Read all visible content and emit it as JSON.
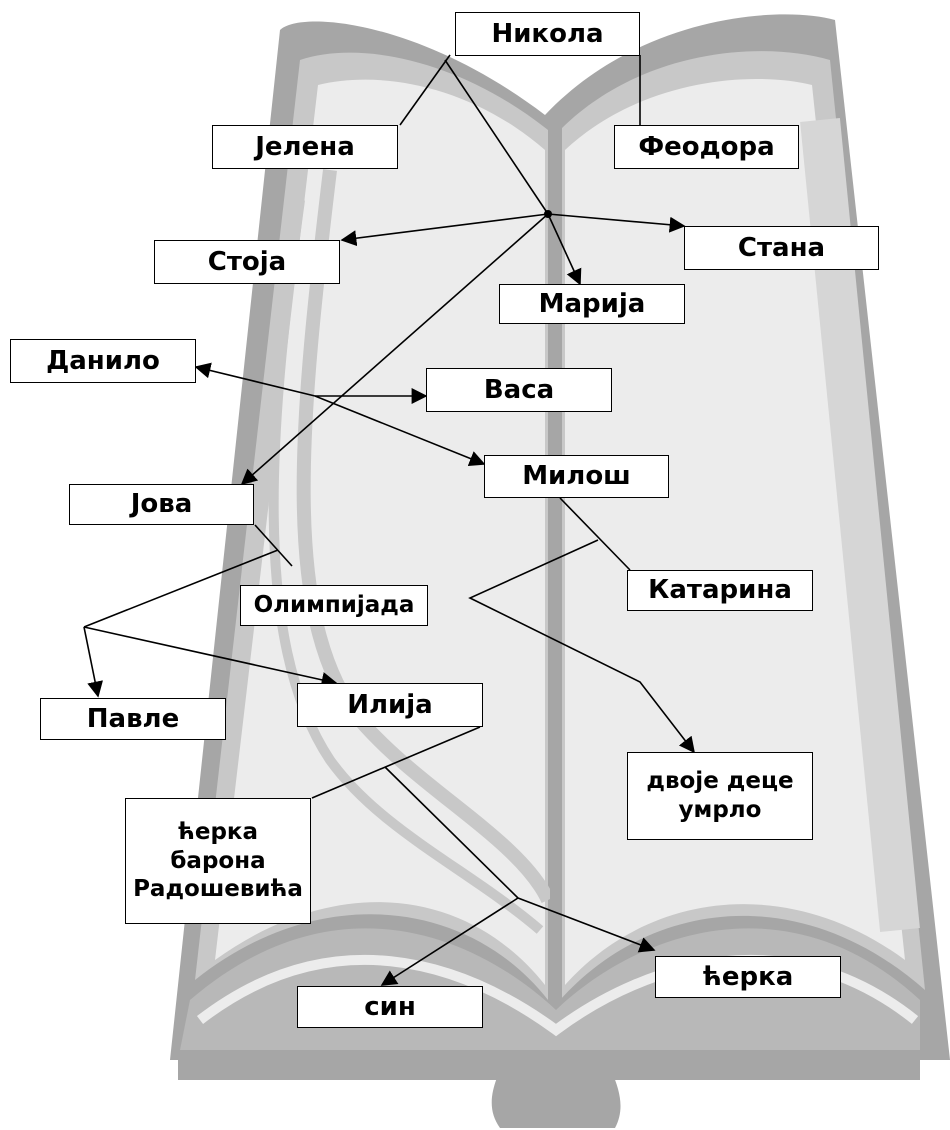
{
  "diagram": {
    "type": "family-tree",
    "colors": {
      "book_dark": "#a6a6a6",
      "book_mid": "#c8c8c8",
      "book_light": "#ececec",
      "line": "#000000",
      "box_fill": "#ffffff"
    },
    "nodes": {
      "nikola": "Никола",
      "jelena": "Јелена",
      "feodora": "Феодора",
      "stoja": "Стоја",
      "stana": "Стана",
      "marija": "Марија",
      "danilo": "Данило",
      "vasa": "Васа",
      "milos": "Милош",
      "jova": "Јова",
      "katarina": "Катарина",
      "olimpijada": "Олимпијада",
      "pavle": "Павле",
      "ilija": "Илија",
      "dvoje_dece": "двоје деце\nумрло",
      "cerka_barona": "ћерка\nбарона\nРадошевића",
      "cerka": "ћерка",
      "sin": "син"
    }
  }
}
